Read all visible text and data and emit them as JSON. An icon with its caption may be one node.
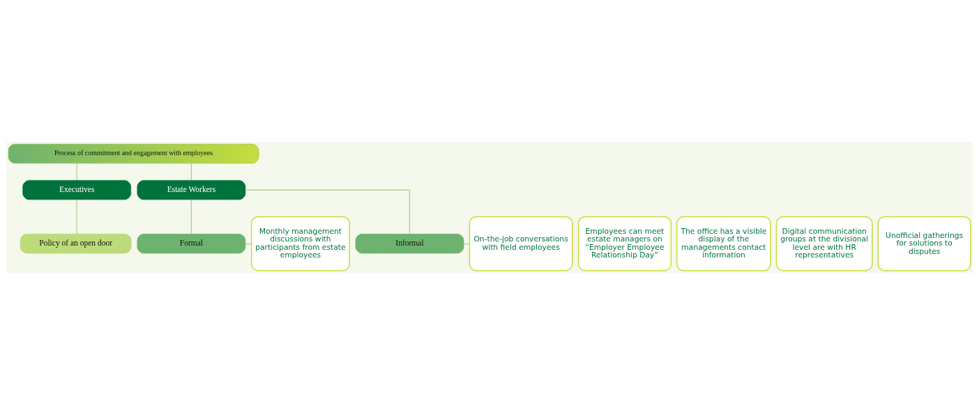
{
  "diagram": {
    "nodes": [
      {
        "text": [
          "Process of commitment and engagement with employees"
        ]
      },
      {
        "text": [
          "Executives"
        ]
      },
      {
        "text": [
          "Estate Workers"
        ]
      },
      {
        "text": [
          "Policy of an open door"
        ]
      },
      {
        "text": [
          "Formal"
        ]
      },
      {
        "text": [
          "Monthly management discussions with participants from estate employees"
        ]
      },
      {
        "text": [
          "Employees can meet estate managers on “Employer Employee Relationship Day”"
        ]
      },
      {
        "text": [
          "The office has a visible display of the managements contact information"
        ]
      },
      {
        "text": [
          "Informal"
        ]
      },
      {
        "text": [
          "On-the-job conversations with field employees"
        ]
      },
      {
        "text": [
          "Digital communication groups at the divisional level are with HR representatives"
        ]
      },
      {
        "text": [
          "Unofficial gatherings for solutions to disputes"
        ]
      }
    ],
    "edges": [
      {
        "from": 0,
        "to": 1,
        "arrow": "none"
      },
      {
        "from": 0,
        "to": 2,
        "arrow": "none"
      },
      {
        "from": 1,
        "to": 3,
        "arrow": "none"
      },
      {
        "from": 2,
        "to": 4,
        "arrow": "none"
      },
      {
        "from": 2,
        "to": 8,
        "arrow": "none"
      },
      {
        "from": 4,
        "to": 5,
        "arrow": "none"
      },
      {
        "from": 8,
        "to": 9,
        "arrow": "none"
      }
    ]
  }
}
